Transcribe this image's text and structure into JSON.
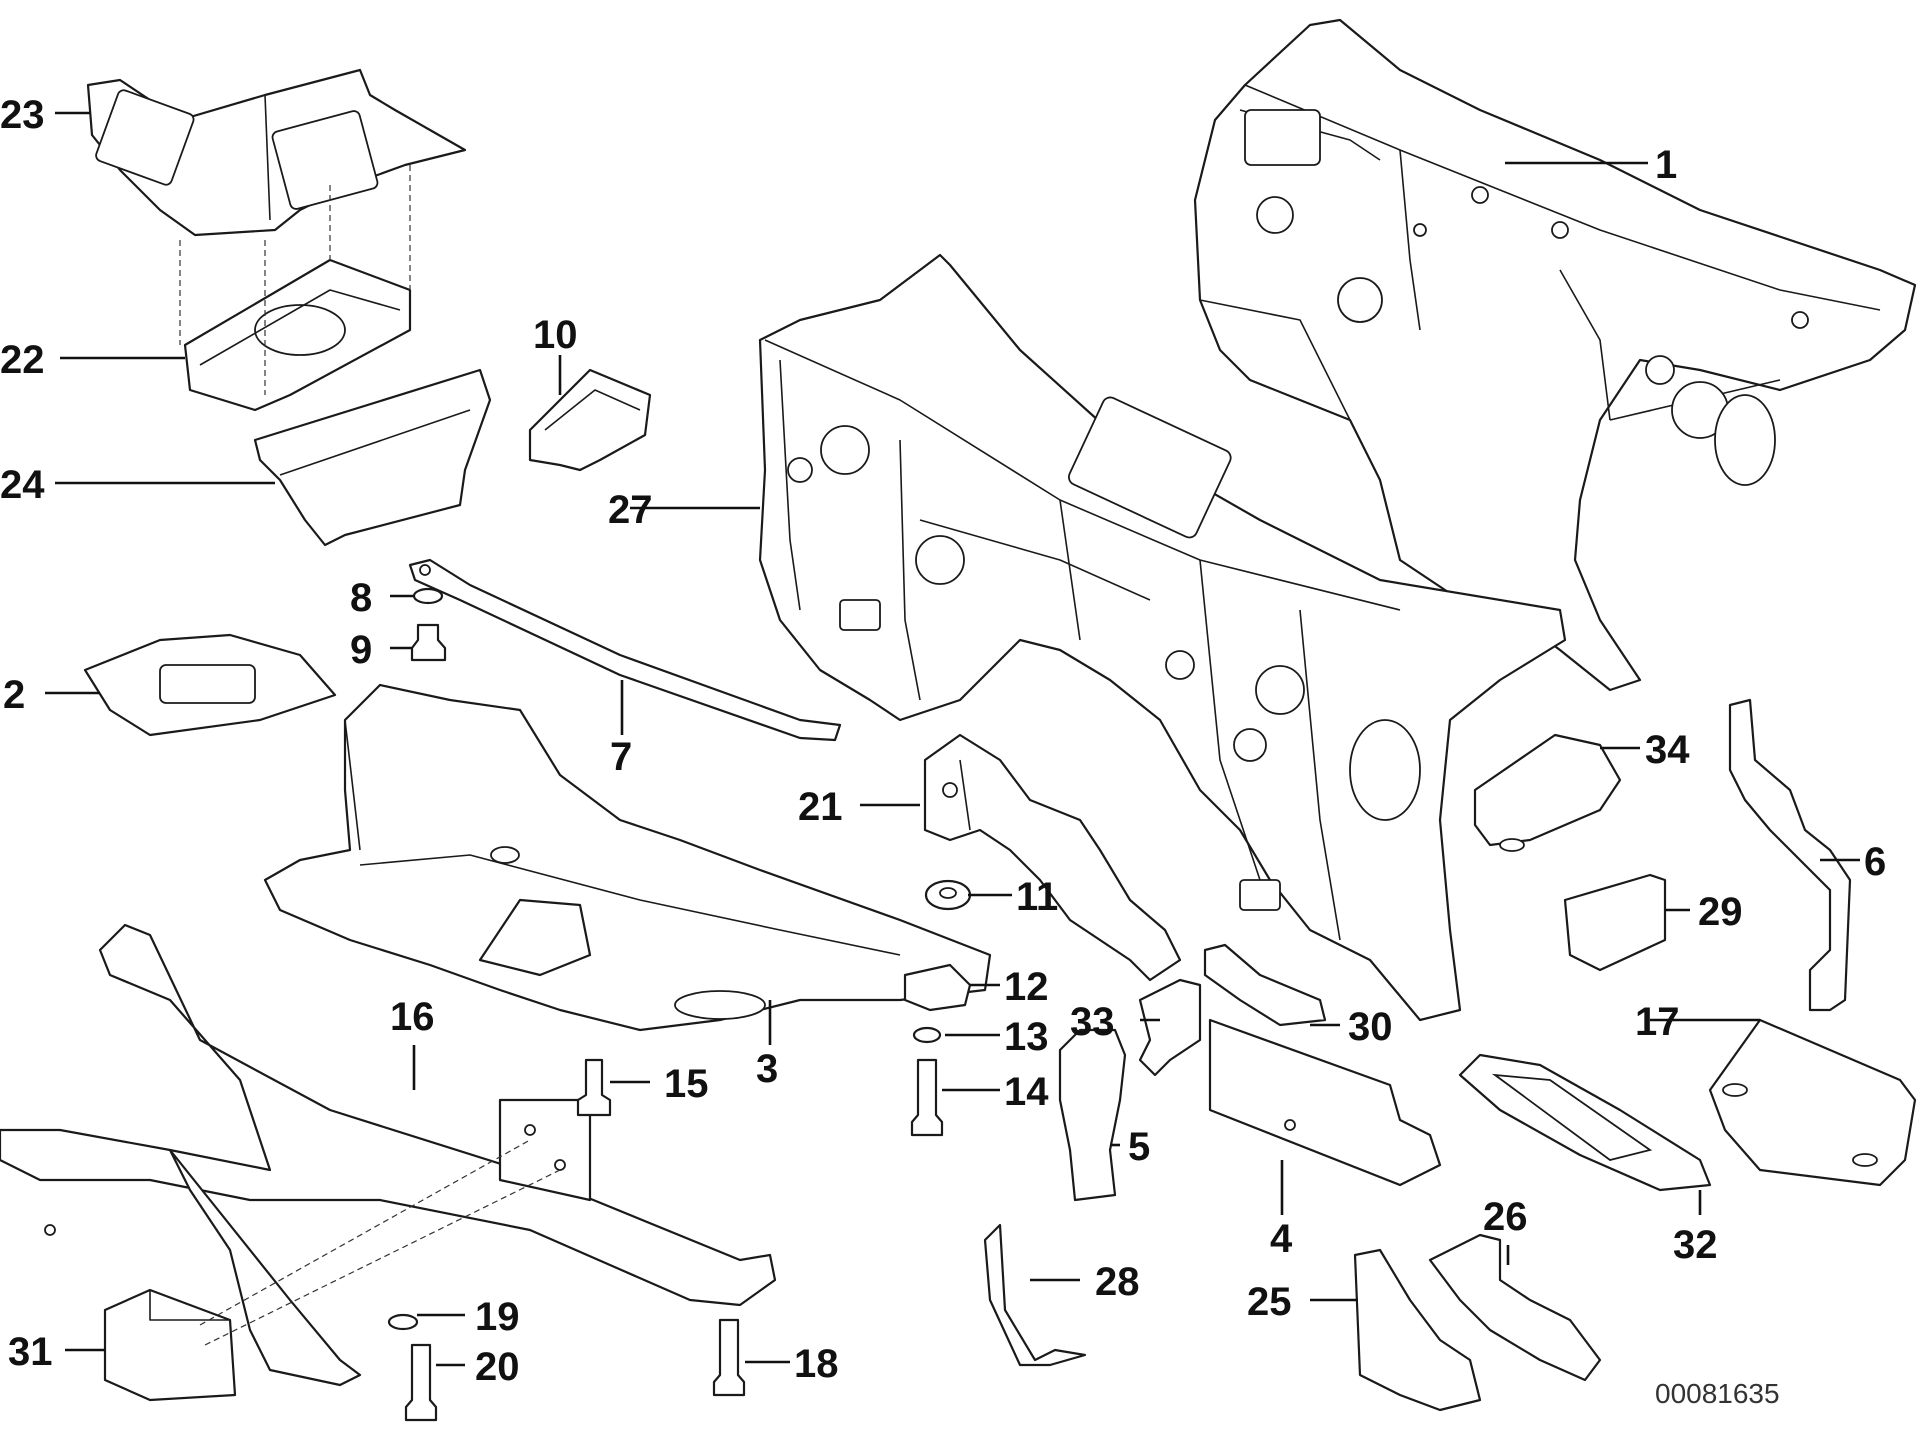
{
  "diagram": {
    "reference_code": "00081635",
    "callouts": [
      "1",
      "2",
      "3",
      "4",
      "5",
      "6",
      "7",
      "8",
      "9",
      "10",
      "11",
      "12",
      "13",
      "14",
      "15",
      "16",
      "17",
      "18",
      "19",
      "20",
      "21",
      "22",
      "23",
      "24",
      "25",
      "26",
      "27",
      "28",
      "29",
      "30",
      "31",
      "32",
      "33",
      "34"
    ]
  }
}
